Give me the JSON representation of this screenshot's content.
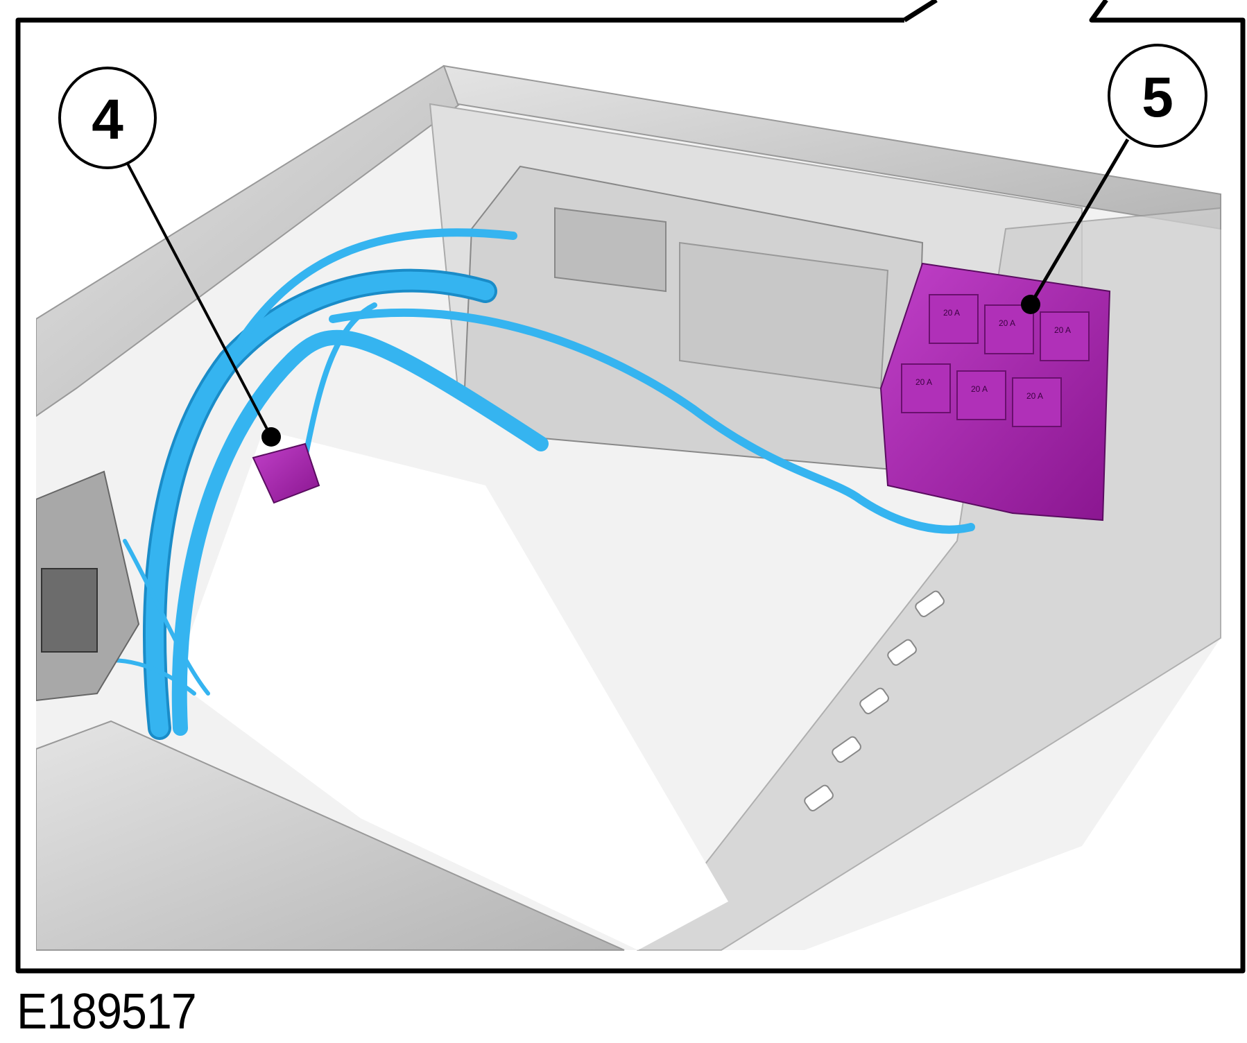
{
  "figure": {
    "id_label": "E189517",
    "callouts": [
      {
        "number": "4",
        "target": "connector"
      },
      {
        "number": "5",
        "target": "fuse-relay-box"
      }
    ],
    "fuse_labels": [
      "20 A",
      "20 A",
      "20 A",
      "20 A",
      "20 A",
      "20 A"
    ],
    "colors": {
      "frame": "#000000",
      "metal": "#c8c8c8",
      "harness": "#2aa8e8",
      "highlight": "#a020a8"
    }
  }
}
